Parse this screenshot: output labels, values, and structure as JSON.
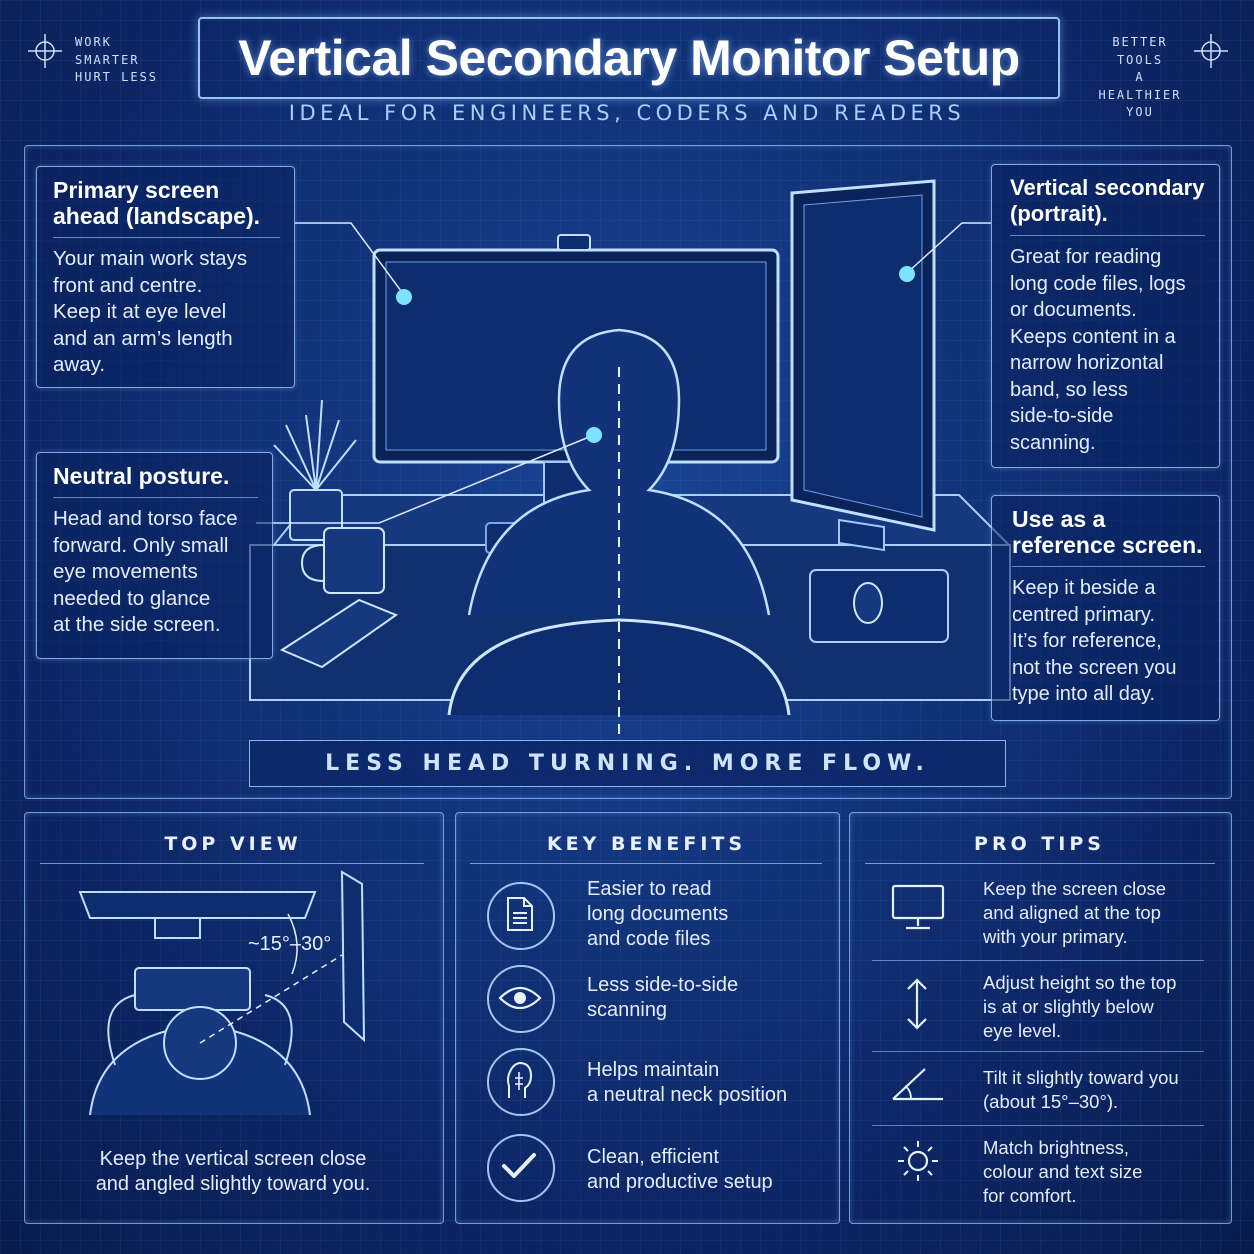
{
  "corner_left": [
    "WORK",
    "SMARTER",
    "HURT LESS"
  ],
  "corner_right": [
    "BETTER",
    "TOOLS",
    "A HEALTHIER",
    "YOU"
  ],
  "title": "Vertical Secondary Monitor Setup",
  "subtitle": "IDEAL FOR ENGINEERS, CODERS AND READERS",
  "callouts": {
    "primary": {
      "heading": [
        "Primary screen",
        "ahead (landscape)."
      ],
      "body": [
        "Your main work stays",
        "front and centre.",
        "Keep it at eye level",
        "and an arm’s length",
        "away."
      ]
    },
    "posture": {
      "heading": [
        "Neutral posture."
      ],
      "body": [
        "Head and torso face",
        "forward. Only small",
        "eye movements",
        "needed to glance",
        "at the side screen."
      ]
    },
    "vertical": {
      "heading": [
        "Vertical secondary",
        "(portrait)."
      ],
      "body": [
        "Great for reading",
        "long code files, logs",
        "or documents.",
        "Keeps content in a",
        "narrow horizontal",
        "band, so less",
        "side-to-side",
        "scanning."
      ]
    },
    "reference": {
      "heading": [
        "Use as a",
        "reference screen."
      ],
      "body": [
        "Keep it beside a",
        "centred primary.",
        "It’s for reference,",
        "not the screen you",
        "type into all day."
      ]
    }
  },
  "banner": "LESS HEAD TURNING. MORE FLOW.",
  "top_view": {
    "title": "TOP VIEW",
    "angle_label": "~15°–30°",
    "caption": [
      "Keep the vertical screen close",
      "and angled slightly toward you."
    ]
  },
  "benefits": {
    "title": "KEY BENEFITS",
    "items": [
      {
        "icon": "document-icon",
        "text": [
          "Easier to read",
          "long documents",
          "and code files"
        ]
      },
      {
        "icon": "eye-icon",
        "text": [
          "Less side-to-side",
          "scanning"
        ]
      },
      {
        "icon": "neck-icon",
        "text": [
          "Helps maintain",
          "a neutral neck position"
        ]
      },
      {
        "icon": "checkmark-icon",
        "text": [
          "Clean, efficient",
          "and productive setup"
        ]
      }
    ]
  },
  "tips": {
    "title": "PRO TIPS",
    "items": [
      {
        "icon": "monitor-icon",
        "text": [
          "Keep the screen close",
          "and aligned at the top",
          "with your primary."
        ]
      },
      {
        "icon": "vertical-arrows-icon",
        "text": [
          "Adjust height so the top",
          "is at or slightly below",
          "eye level."
        ]
      },
      {
        "icon": "angle-icon",
        "text": [
          "Tilt it slightly toward you",
          "(about 15°–30°)."
        ]
      },
      {
        "icon": "sun-icon",
        "text": [
          "Match brightness,",
          "colour and text size",
          "for comfort."
        ]
      }
    ]
  },
  "colors": {
    "background": "#0d2a6b",
    "line": "#9fc8ff",
    "accent": "#7fe3ff",
    "text": "#e6efff"
  }
}
